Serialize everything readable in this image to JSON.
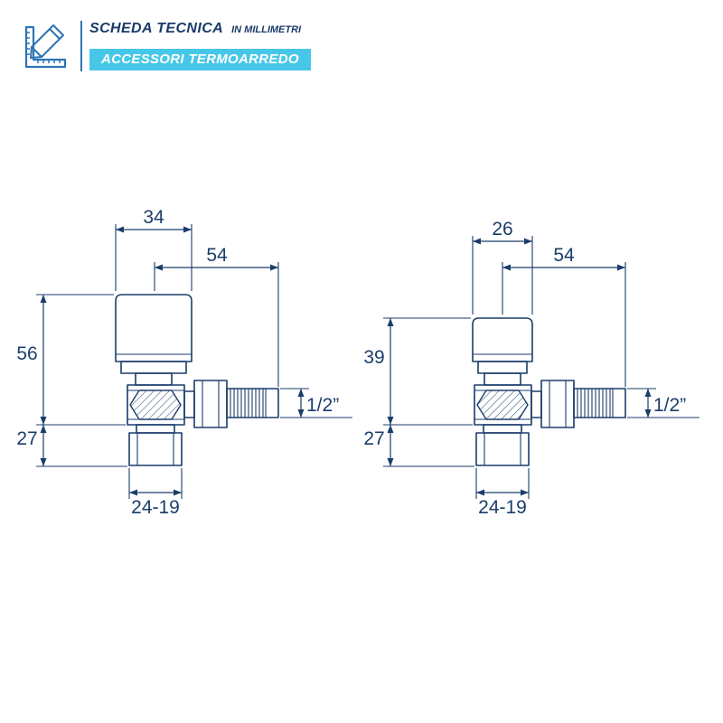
{
  "header": {
    "title": "SCHEDA TECNICA",
    "subtitle": "IN MILLIMETRI",
    "badge": "ACCESSORI TERMOARREDO"
  },
  "colors": {
    "drawing_line": "#1b3d6b",
    "header_text": "#1b3a6b",
    "badge_background": "#47c7e8",
    "badge_text": "#ffffff",
    "icon_blue": "#2e74b5"
  },
  "valves": {
    "left": {
      "top_width": "34",
      "depth": "54",
      "upper_height": "56",
      "lower_height": "27",
      "thread": "1/2”",
      "bottom_nut": "24-19"
    },
    "right": {
      "top_width": "26",
      "depth": "54",
      "upper_height": "39",
      "lower_height": "27",
      "thread": "1/2”",
      "bottom_nut": "24-19"
    }
  }
}
